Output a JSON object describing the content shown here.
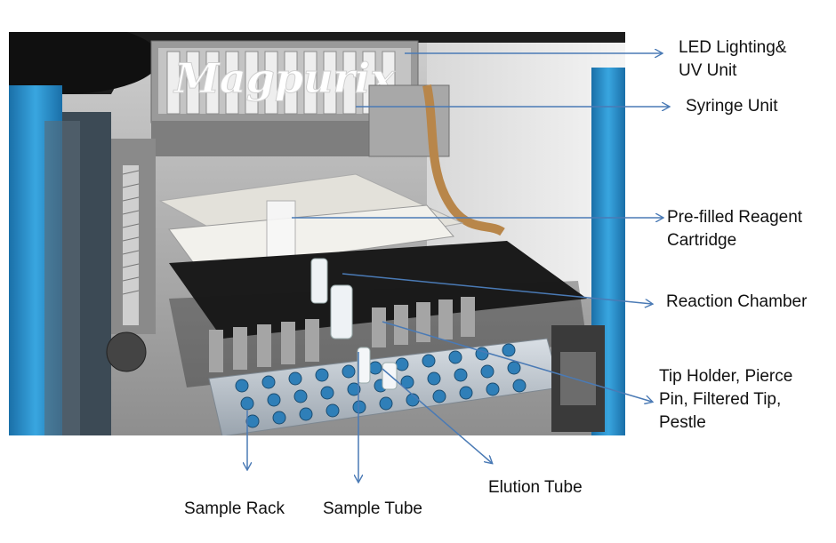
{
  "brand": "Magpurix",
  "labels": {
    "led": [
      "LED Lighting&",
      "UV Unit"
    ],
    "syringe": "Syringe Unit",
    "cartridge": [
      "Pre-filled Reagent",
      "Cartridge"
    ],
    "reaction": "Reaction Chamber",
    "tip": [
      "Tip Holder, Pierce",
      "Pin, Filtered Tip,",
      "Pestle"
    ],
    "rack": "Sample Rack",
    "tube": "Sample Tube",
    "elution": "Elution Tube"
  },
  "colors": {
    "arrow": "#4a7ab5",
    "frame": "#1f8fd0",
    "rack": "#b9c2cc",
    "well": "#2f7fb8",
    "deck": "#1b1b1b",
    "cartridge": "#e3e1da",
    "cable": "#b8864a"
  }
}
